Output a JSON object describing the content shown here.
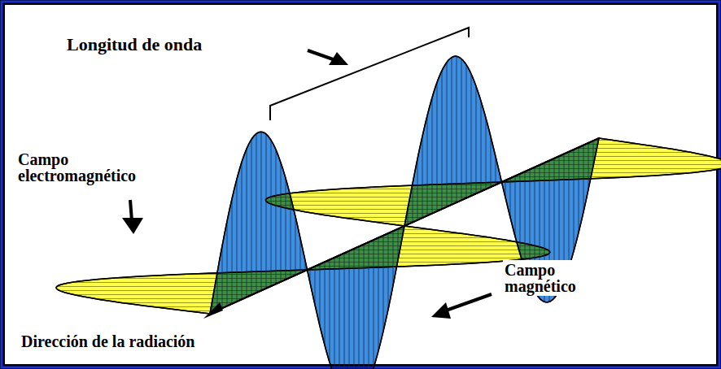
{
  "diagram": {
    "labels": [
      "Longitud de onda",
      "Campo electromagnético",
      "Campo magnético",
      "Dirección de la radiación"
    ]
  }
}
